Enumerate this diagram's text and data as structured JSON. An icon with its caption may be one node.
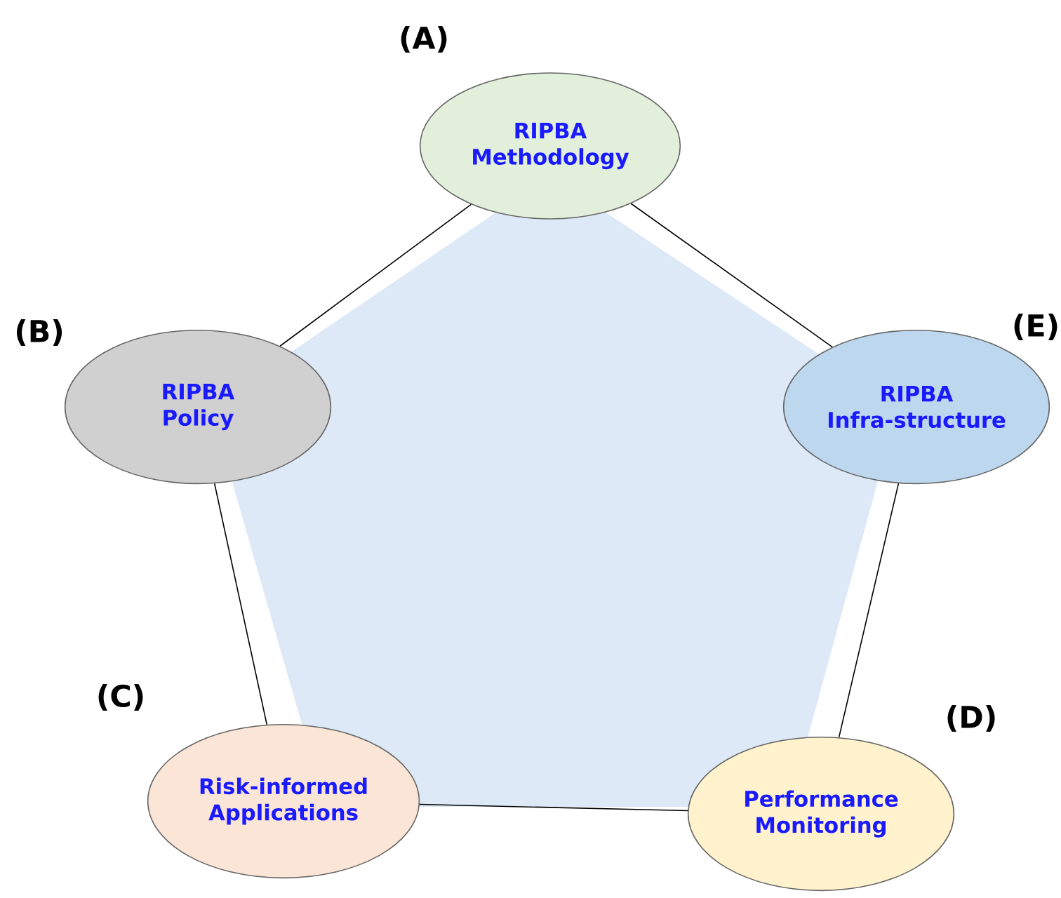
{
  "diagram": {
    "nodes": [
      {
        "text": [
          "RIPBA Methodology"
        ],
        "beside": [
          "(A)"
        ]
      },
      {
        "text": [
          "RIPBA Policy"
        ],
        "beside": [
          "(B)"
        ]
      },
      {
        "text": [
          "Risk-informed Applications"
        ],
        "beside": [
          "(C)"
        ]
      },
      {
        "text": [
          "Performance Monitoring"
        ],
        "beside": [
          "(D)"
        ]
      },
      {
        "text": [
          "RIPBA Infra-structure"
        ],
        "beside": [
          "(E)"
        ]
      }
    ],
    "edges": [
      {
        "from": 0,
        "to": 1,
        "arrow": "none"
      },
      {
        "from": 1,
        "to": 2,
        "arrow": "none"
      },
      {
        "from": 2,
        "to": 3,
        "arrow": "none"
      },
      {
        "from": 3,
        "to": 4,
        "arrow": "none"
      },
      {
        "from": 4,
        "to": 0,
        "arrow": "none"
      }
    ]
  }
}
